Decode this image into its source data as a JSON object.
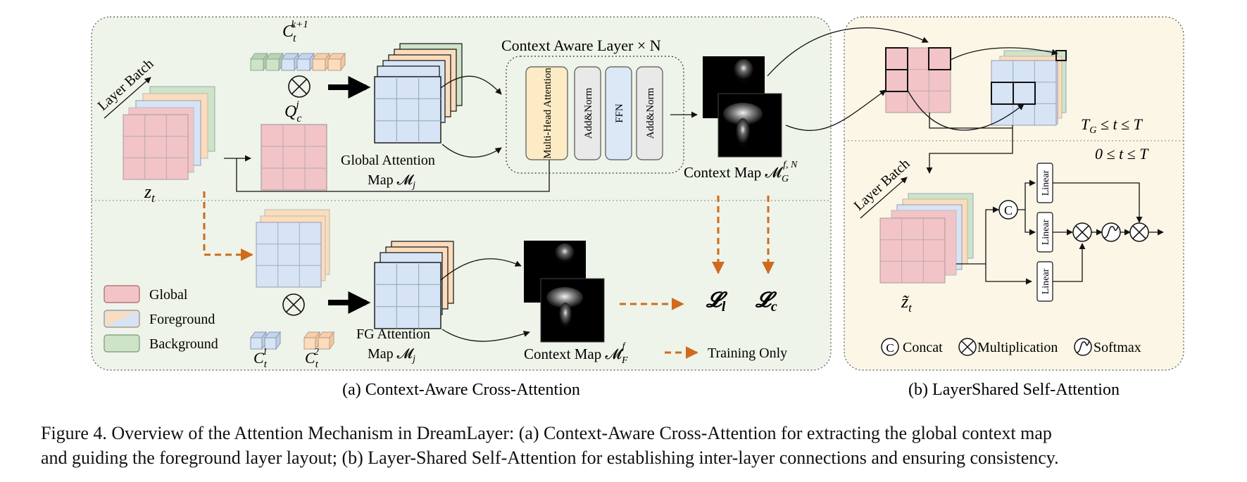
{
  "panel_a": {
    "caption": "(a) Context-Aware Cross-Attention",
    "layer_batch": "Layer Batch",
    "zt": "z",
    "zt_sub": "t",
    "ct_k1": "C",
    "ct_k1_sub": "t",
    "ct_k1_sup": "k+1",
    "qc": "Q",
    "qc_sub": "c",
    "qc_sup": "j",
    "global_attention": "Global Attention",
    "global_attention_map": "Map 𝓜",
    "global_attention_map_sub": "j",
    "context_aware_layer": "Context Aware Layer × N",
    "mha": "Multi-Head Attention",
    "addnorm1": "Add&Norm",
    "ffn": "FFN",
    "addnorm2": "Add&Norm",
    "context_map_g": "Context Map 𝓜",
    "context_map_g_sub": "G",
    "context_map_g_sup": "f, N",
    "loss_l": "𝓛",
    "loss_l_sub": "l",
    "loss_c": "𝓛",
    "loss_c_sub": "c",
    "fg_attention": "FG Attention",
    "fg_attention_map": "Map 𝓜",
    "fg_attention_map_sub": "j",
    "context_map_f": "Context Map 𝓜",
    "context_map_f_sub": "F",
    "context_map_f_sup": "f",
    "c1": "C",
    "c1_sub": "t",
    "c1_sup": "1",
    "c2": "C",
    "c2_sub": "t",
    "c2_sup": "2",
    "training_only": "Training Only",
    "legend": [
      {
        "label": "Global",
        "color": "#f2c4c8"
      },
      {
        "label": "Foreground",
        "color": "#fbdcbd"
      },
      {
        "label": "Background",
        "color": "#cfe3c9"
      }
    ]
  },
  "panel_b": {
    "caption": "(b) LayerShared Self-Attention",
    "layer_batch": "Layer Batch",
    "range_top": "T_G ≤ t ≤ T",
    "range_bottom": "0 ≤ t ≤ T",
    "zt_tilde": "z̃",
    "zt_tilde_sub": "t",
    "concat_symbol": "C",
    "linear1": "Linear",
    "linear2": "Linear",
    "linear3": "Linear",
    "legend_concat": "Concat",
    "legend_mult": "Multiplication",
    "legend_softmax": "Softmax"
  },
  "figure_caption_line1": "Figure 4. Overview of the Attention Mechanism in DreamLayer: (a) Context-Aware Cross-Attention for extracting the global context map",
  "figure_caption_line2": "and guiding the foreground layer layout; (b) Layer-Shared Self-Attention for establishing inter-layer connections and ensuring consistency.",
  "colors": {
    "global": "#f2c4c8",
    "foreground_blue": "#d6e4f6",
    "foreground_peach": "#fbdcbd",
    "background": "#cfe3c9",
    "panel_a_bg": "#eef4ea",
    "panel_b_bg": "#fbf6e6",
    "mha": "#fcebc4",
    "ffn": "#dbe8f6",
    "addnorm": "#e9e9e9",
    "orange_arrow": "#d06a1c"
  }
}
